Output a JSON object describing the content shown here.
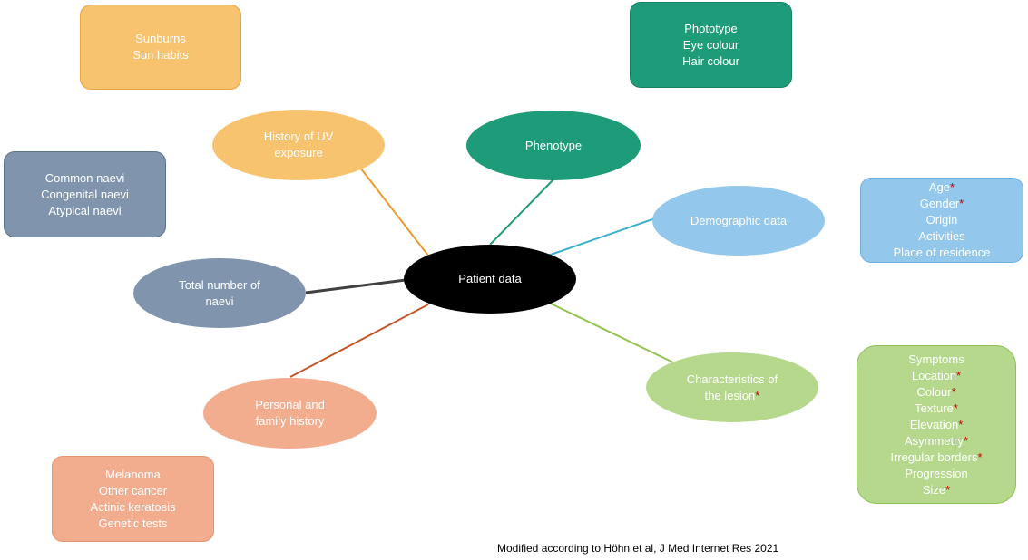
{
  "center": {
    "label": "Patient data",
    "color": "#000000"
  },
  "nodes": {
    "uv": {
      "label": "History of UV\nexposure",
      "marked": false,
      "color": "#f7c36f",
      "line_color": "#ed9a2f"
    },
    "phenotype": {
      "label": "Phenotype",
      "marked": false,
      "color": "#1e9b78",
      "line_color": "#1e9b78"
    },
    "demo": {
      "label": "Demographic data",
      "marked": false,
      "color": "#93c7ec",
      "line_color": "#3fb1cc"
    },
    "lesion": {
      "label": "Characteristics of\nthe lesion",
      "marked": true,
      "color": "#b5d88d",
      "line_color": "#93c452"
    },
    "personal": {
      "label": "Personal and\nfamily history",
      "marked": false,
      "color": "#f2ad8e",
      "line_color": "#c4582a"
    },
    "naevi": {
      "label": "Total number  of\nnaevi",
      "marked": false,
      "color": "#8095ad",
      "line_color": "#404040"
    }
  },
  "boxes": {
    "uv_details": {
      "color": "#f7c36f",
      "border": "#e6a640",
      "items": [
        {
          "text": "Sunburns",
          "marked": false
        },
        {
          "text": "Sun habits",
          "marked": false
        }
      ]
    },
    "phenotype_details": {
      "color": "#1e9b78",
      "border": "#178062",
      "items": [
        {
          "text": "Phototype",
          "marked": false
        },
        {
          "text": "Eye colour",
          "marked": false
        },
        {
          "text": "Hair colour",
          "marked": false
        }
      ]
    },
    "naevi_details": {
      "color": "#8095ad",
      "border": "#5f7389",
      "items": [
        {
          "text": "Common  naevi",
          "marked": false
        },
        {
          "text": "Congenital naevi",
          "marked": false
        },
        {
          "text": "Atypical naevi",
          "marked": false
        }
      ]
    },
    "demo_details": {
      "color": "#93c7ec",
      "border": "#6fb0de",
      "items": [
        {
          "text": "Age",
          "marked": true
        },
        {
          "text": "Gender",
          "marked": true
        },
        {
          "text": "Origin",
          "marked": false
        },
        {
          "text": "Activities",
          "marked": false
        },
        {
          "text": "Place of residence",
          "marked": false
        }
      ]
    },
    "lesion_details": {
      "color": "#b5d88d",
      "border": "#8fbf5a",
      "items": [
        {
          "text": "Symptoms",
          "marked": false
        },
        {
          "text": "Location",
          "marked": true
        },
        {
          "text": "Colour",
          "marked": true
        },
        {
          "text": "Texture",
          "marked": true
        },
        {
          "text": "Elevation",
          "marked": true
        },
        {
          "text": "Asymmetry",
          "marked": true
        },
        {
          "text": "Irregular borders",
          "marked": true
        },
        {
          "text": "Progression",
          "marked": false
        },
        {
          "text": "Size",
          "marked": true
        }
      ]
    },
    "personal_details": {
      "color": "#f2ad8e",
      "border": "#e39470",
      "items": [
        {
          "text": "Melanoma",
          "marked": false
        },
        {
          "text": "Other cancer",
          "marked": false
        },
        {
          "text": "Actinic keratosis",
          "marked": false
        },
        {
          "text": "Genetic tests",
          "marked": false
        }
      ]
    }
  },
  "asterisk": "*",
  "asterisk_color": "#c00000",
  "caption": "Modified according to Höhn et al, J Med Internet Res 2021"
}
